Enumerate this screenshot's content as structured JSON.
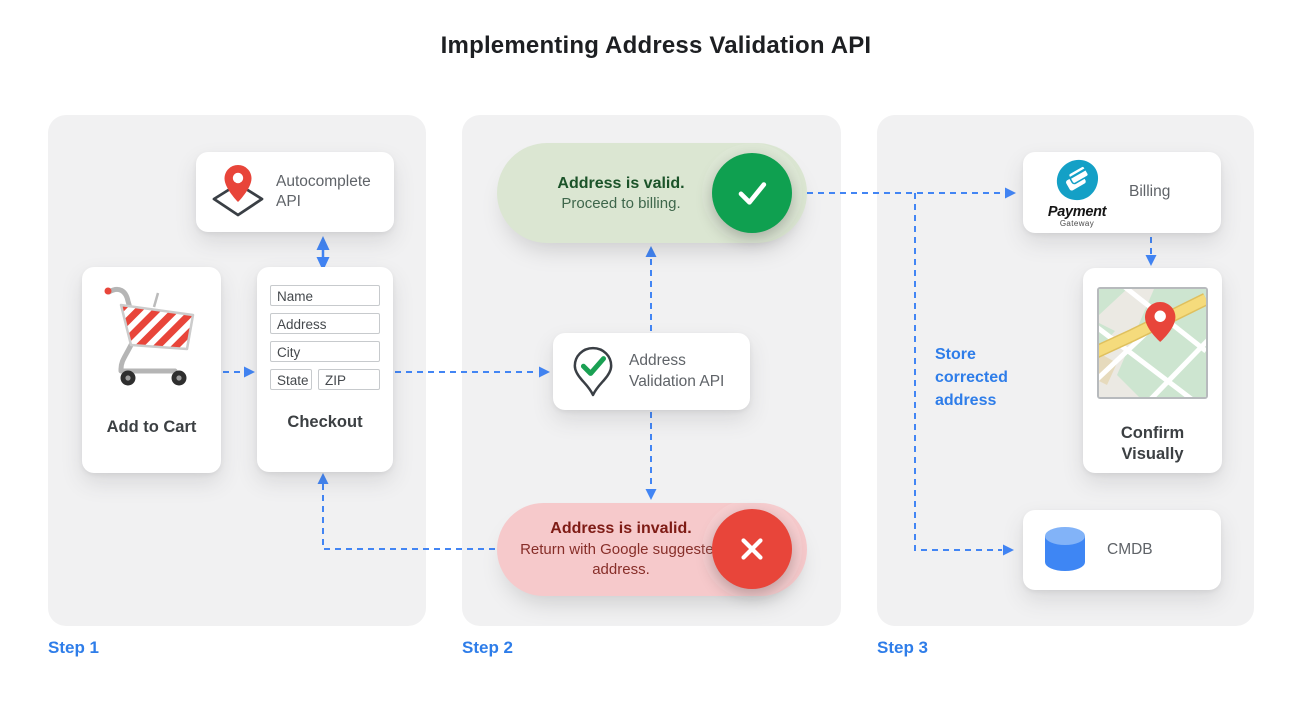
{
  "title": "Implementing Address Validation API",
  "steps": {
    "step1": "Step 1",
    "step2": "Step 2",
    "step3": "Step 3"
  },
  "step1": {
    "autocomplete_card": {
      "label": "Autocomplete API",
      "icon": "map-pin-diamond-icon"
    },
    "cart_card": {
      "label": "Add to Cart",
      "icon": "shopping-cart-icon"
    },
    "checkout_card": {
      "label": "Checkout",
      "fields": [
        "Name",
        "Address",
        "City",
        "State",
        "ZIP"
      ]
    }
  },
  "step2": {
    "valid_pill": {
      "title": "Address is valid.",
      "body": "Proceed to billing.",
      "icon": "check-icon"
    },
    "validation_card": {
      "label": "Address Validation API",
      "icon": "pin-check-icon"
    },
    "invalid_pill": {
      "title": "Address is invalid.",
      "body": "Return with Google suggested address.",
      "icon": "x-icon"
    }
  },
  "step3": {
    "billing_card": {
      "label": "Billing",
      "logo_title": "Payment",
      "logo_subtitle": "Gateway",
      "icon": "payment-gateway-logo"
    },
    "confirm_card": {
      "label": "Confirm Visually",
      "icon": "map-thumbnail"
    },
    "store_note": "Store corrected address",
    "cmdb_card": {
      "label": "CMDB",
      "icon": "database-icon"
    }
  },
  "colors": {
    "arrow_blue": "#4285f4",
    "step_label_blue": "#2e7de9",
    "valid_green": "#0fa050",
    "valid_pill_bg": "#dbe6d2",
    "invalid_red": "#e8453a",
    "invalid_pill_bg": "#f6c9cb",
    "panel_bg": "#f1f1f2"
  }
}
